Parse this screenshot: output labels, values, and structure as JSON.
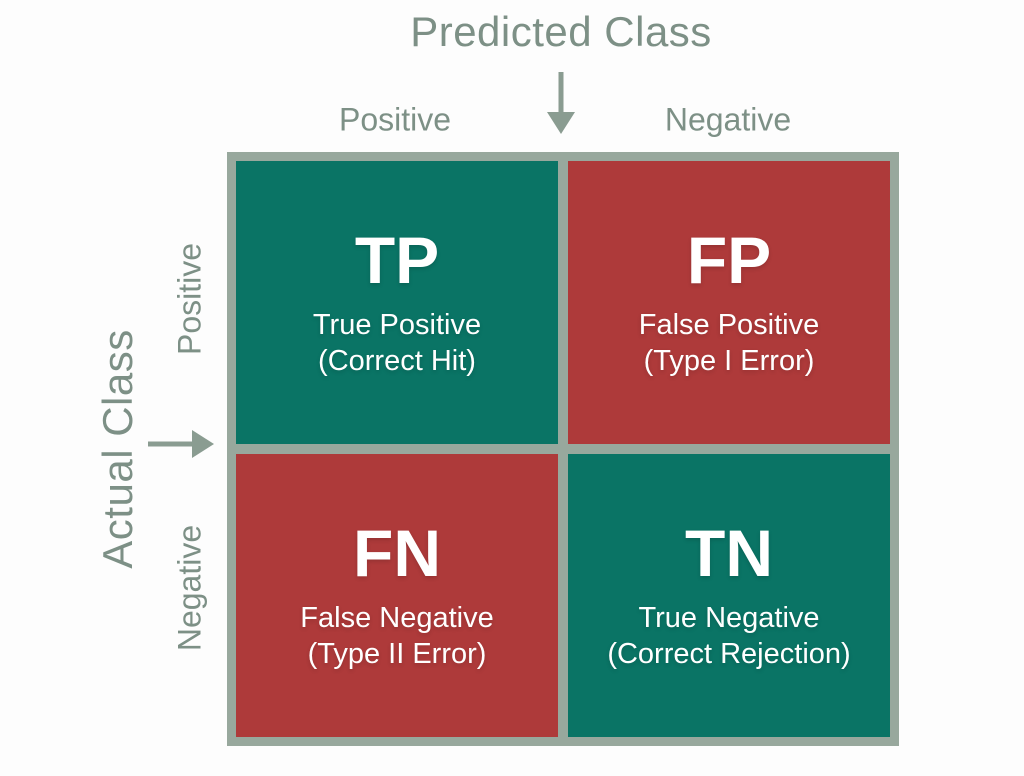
{
  "axes": {
    "predicted": {
      "label": "Predicted Class",
      "columns": [
        {
          "label": "Positive"
        },
        {
          "label": "Negative"
        }
      ]
    },
    "actual": {
      "label": "Actual Class",
      "rows": [
        {
          "label": "Positive"
        },
        {
          "label": "Negative"
        }
      ]
    }
  },
  "matrix": {
    "cells": [
      {
        "abbr": "TP",
        "name": "True Positive",
        "note": "(Correct Hit)",
        "kind": "correct"
      },
      {
        "abbr": "FP",
        "name": "False Positive",
        "note": "(Type I Error)",
        "kind": "incorrect"
      },
      {
        "abbr": "FN",
        "name": "False Negative",
        "note": "(Type II Error)",
        "kind": "incorrect"
      },
      {
        "abbr": "TN",
        "name": "True Negative",
        "note": "(Correct Rejection)",
        "kind": "correct"
      }
    ]
  },
  "icons": {
    "down_arrow": "down-arrow",
    "right_arrow": "right-arrow"
  },
  "colors": {
    "correct": "#0a7465",
    "incorrect": "#ae3a3a",
    "grid": "#98a89d",
    "label": "#7d9086",
    "arrow": "#8a9c91",
    "cell_text": "#ffffff",
    "background": "#fdfdfd"
  }
}
